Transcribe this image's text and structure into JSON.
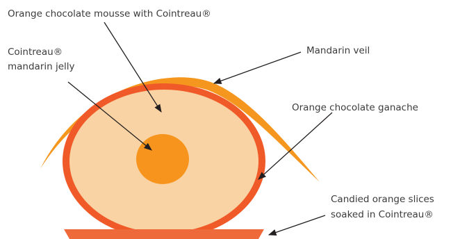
{
  "labels": {
    "mousse": "Orange chocolate mousse with Cointreau®",
    "jelly_line1": "Cointreau®",
    "jelly_line2": "mandarin jelly",
    "veil": "Mandarin veil",
    "ganache": "Orange chocolate ganache",
    "slices_line1": "Candied orange slices",
    "slices_line2": "soaked in Cointreau®"
  },
  "colors": {
    "veil": "#f5961e",
    "ganache": "#f05a28",
    "mousse": "#f9d3a4",
    "jelly": "#f7941d",
    "base": "#ef6a3a",
    "leader": "#231f20",
    "text": "#3b3b3b"
  }
}
